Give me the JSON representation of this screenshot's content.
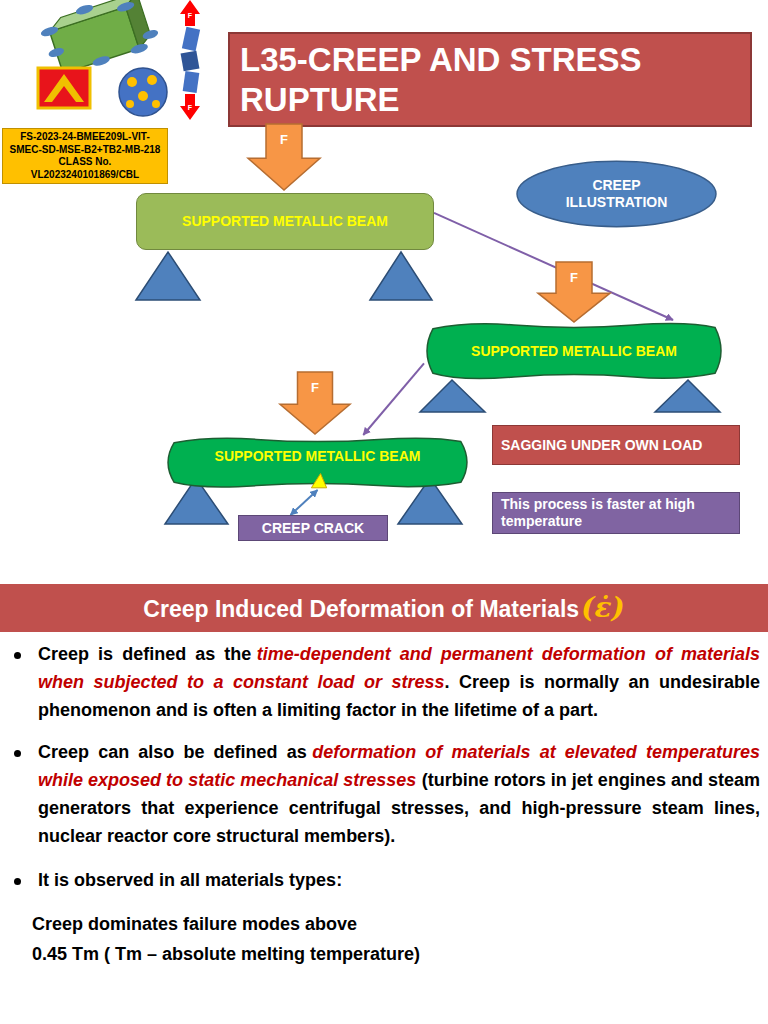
{
  "diagram": {
    "title": "L35-CREEP AND STRESS RUPTURE",
    "nodes": [
      {
        "text": [
          "FS-2023-24-BMEE209L-VIT-SMEC-SD-MSE-B2+TB2-MB-218 CLASS No. VL2023240101869/CBL"
        ]
      },
      {
        "text": [
          "F"
        ]
      },
      {
        "text": [
          "CREEP ILLUSTRATION"
        ]
      },
      {
        "text": [
          "SUPPORTED METALLIC BEAM"
        ]
      },
      {
        "text": [
          "F"
        ]
      },
      {
        "text": [
          "SUPPORTED METALLIC BEAM"
        ]
      },
      {
        "text": [
          "F"
        ]
      },
      {
        "text": [
          "SAGGING UNDER OWN LOAD"
        ]
      },
      {
        "text": [
          "SUPPORTED METALLIC BEAM"
        ]
      },
      {
        "text": [
          "This process is faster at high temperature"
        ]
      },
      {
        "text": [
          "CREEP CRACK"
        ]
      },
      {
        "text": [
          "Creep Induced Deformation of Materials",
          "(ε̇)"
        ]
      }
    ],
    "edges": [
      {
        "from": 3,
        "to": 5,
        "arrow": "to"
      },
      {
        "from": 5,
        "to": 8,
        "arrow": "to"
      },
      {
        "from": 8,
        "to": 10,
        "arrow": "both"
      }
    ],
    "labels": [
      "F",
      "F",
      "Creep is defined as the",
      "time-dependent and permanent deformation of materials when subjected to a constant load or stress",
      ". Creep is normally an undesirable phenomenon and is often a limiting factor in the lifetime of a part.",
      "Creep can also be defined as",
      "deformation of materials at elevated temperatures while exposed to static mechanical stresses",
      "(turbine rotors in jet engines and steam generators that experience centrifugal stresses, and high-pressure steam lines, nuclear reactor core structural members).",
      "It is observed in all materials types:",
      "Creep dominates failure modes above",
      "0.45 Tm ( Tm – absolute melting temperature)"
    ]
  }
}
